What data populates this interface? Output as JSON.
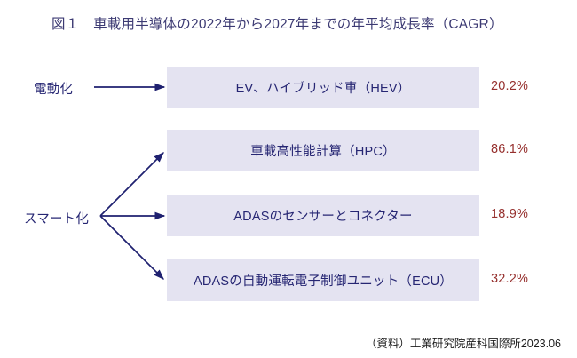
{
  "figure": {
    "title": "図１　車載用半導体の2022年から2027年までの年平均成長率（CAGR）",
    "source": "（資料）工業研究院産科国際所2023.06"
  },
  "groups": [
    {
      "id": "electrification",
      "label": "電動化"
    },
    {
      "id": "smartification",
      "label": "スマート化"
    }
  ],
  "chart_data": {
    "type": "bar",
    "title": "図１　車載用半導体の2022年から2027年までの年平均成長率（CAGR）",
    "xlabel": "",
    "ylabel": "",
    "categories": [
      "EV、ハイブリッド車（HEV）",
      "車載高性能計算（HPC）",
      "ADASのセンサーとコネクター",
      "ADASの自動運転電子制御ユニット（ECU）"
    ],
    "values": [
      20.2,
      86.1,
      18.9,
      32.2
    ],
    "value_labels": [
      "20.2%",
      "86.1%",
      "18.9%",
      "32.2%"
    ],
    "group_labels": [
      "電動化",
      "スマート化",
      "スマート化",
      "スマート化"
    ],
    "unit": "%",
    "legend": [],
    "grid": false,
    "colors": {
      "bar_fill": "#e4e3f1",
      "bar_text": "#262673",
      "value_text": "#96302e",
      "arrow": "#1f2170",
      "title_text": "#3c3a73",
      "background": "#ffffff"
    }
  },
  "rows": [
    {
      "label": "EV、ハイブリッド車（HEV）",
      "value": "20.2%"
    },
    {
      "label": "車載高性能計算（HPC）",
      "value": "86.1%"
    },
    {
      "label": "ADASのセンサーとコネクター",
      "value": "18.9%"
    },
    {
      "label": "ADASの自動運転電子制御ユニット（ECU）",
      "value": "32.2%"
    }
  ]
}
